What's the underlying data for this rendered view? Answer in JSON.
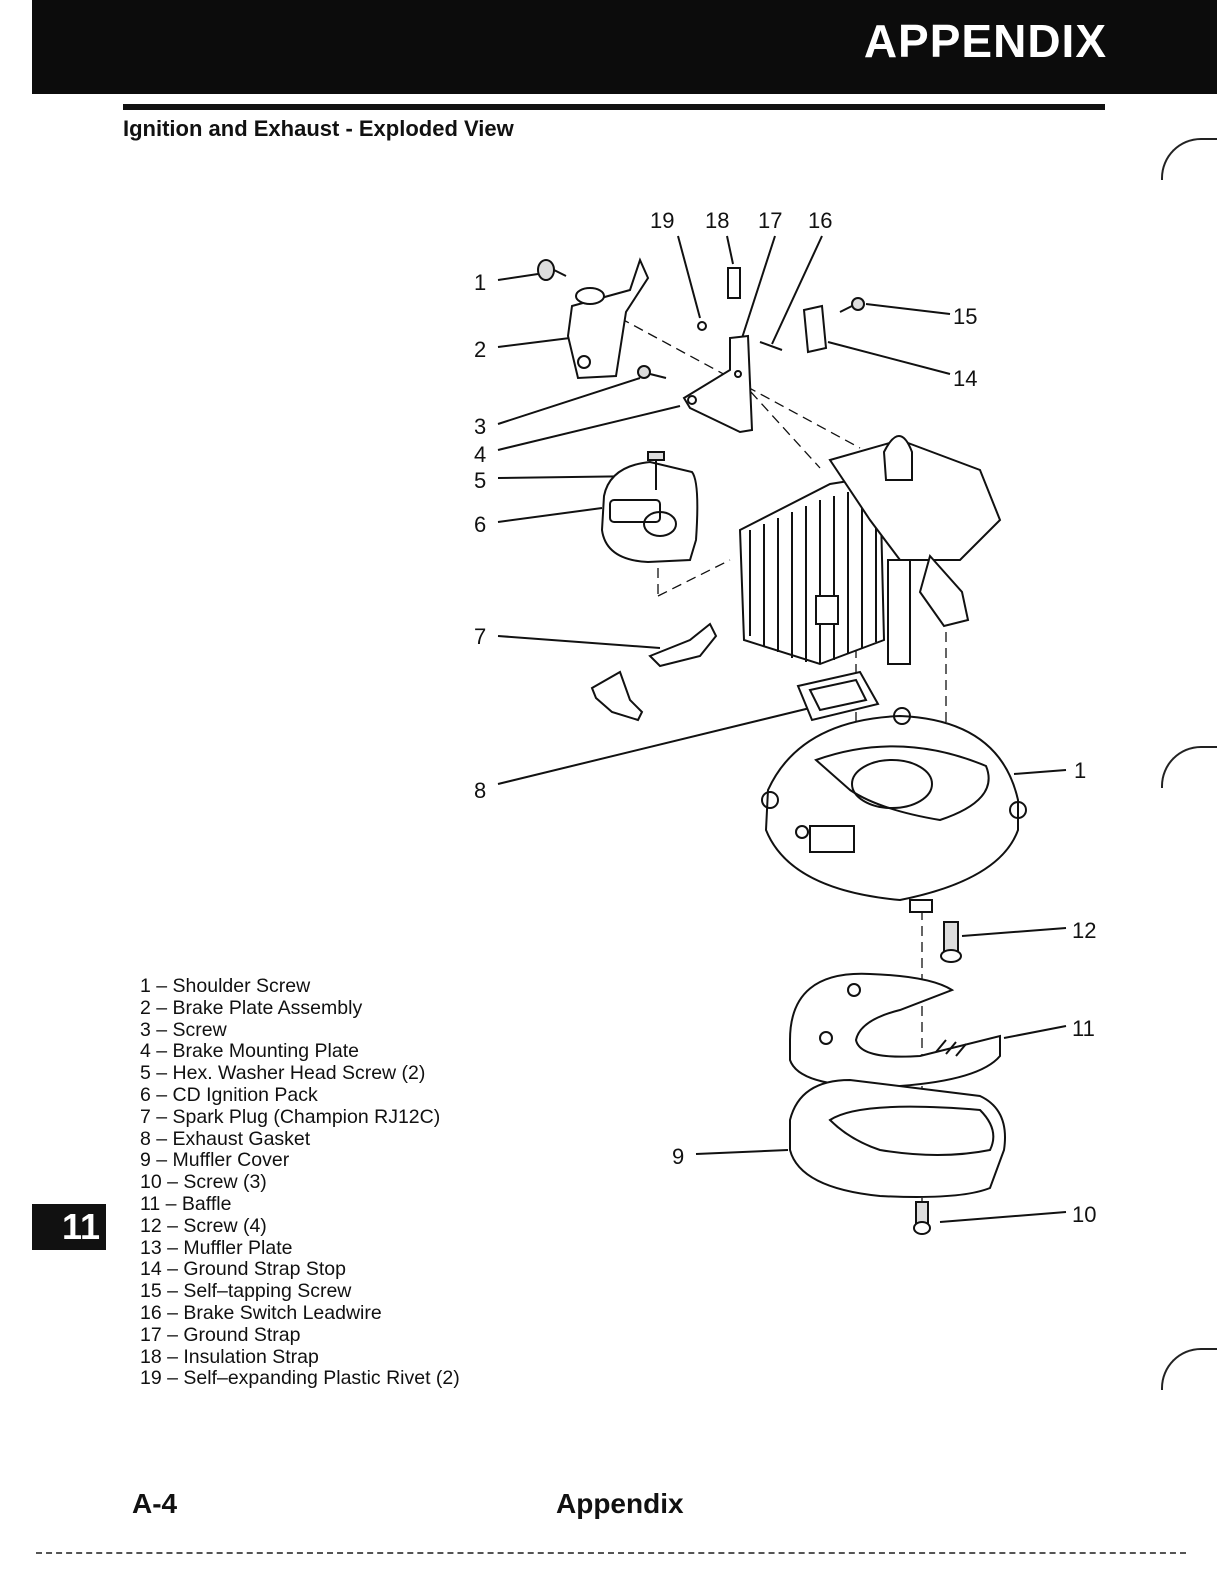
{
  "header": {
    "title": "APPENDIX"
  },
  "section_title": "Ignition and Exhaust - Exploded View",
  "callouts": [
    "19",
    "18",
    "17",
    "16",
    "1",
    "15",
    "2",
    "14",
    "3",
    "4",
    "5",
    "6",
    "7",
    "1",
    "8",
    "12",
    "11",
    "9",
    "10"
  ],
  "legend": [
    "1 – Shoulder Screw",
    "2 – Brake Plate Assembly",
    "3 – Screw",
    "4 – Brake Mounting Plate",
    "5 – Hex. Washer Head Screw (2)",
    "6 – CD Ignition Pack",
    "7 – Spark Plug (Champion RJ12C)",
    "8 – Exhaust Gasket",
    "9 – Muffler Cover",
    "10 – Screw (3)",
    "11 – Baffle",
    "12 – Screw (4)",
    "13 – Muffler Plate",
    "14 – Ground Strap Stop",
    "15 – Self–tapping Screw",
    "16 – Brake Switch Leadwire",
    "17 – Ground Strap",
    "18 – Insulation Strap",
    "19 – Self–expanding Plastic Rivet (2)"
  ],
  "chapter_tab": "11",
  "footer": {
    "page_number": "A-4",
    "section": "Appendix"
  }
}
